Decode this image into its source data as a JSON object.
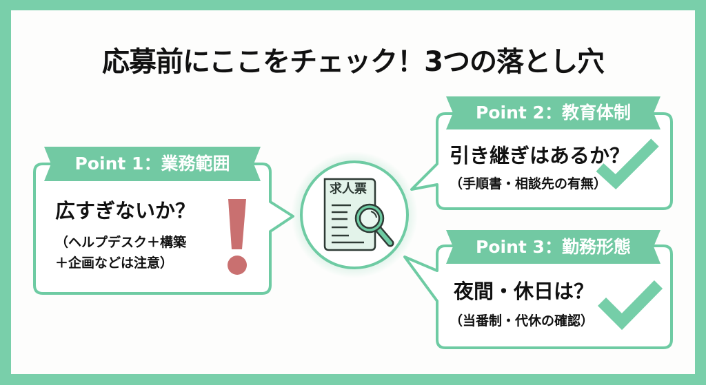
{
  "title": "応募前にここをチェック！3つの落とし穴",
  "colors": {
    "frame": "#79cfaa",
    "accent": "#6ecba3",
    "ribbon": "#72c9a3",
    "alert": "#c97070",
    "check": "#6ecba3",
    "text": "#111111"
  },
  "center": {
    "icon": "job-listing-magnifier-icon",
    "doc_label": "求人票"
  },
  "points": [
    {
      "ribbon": "Point 1：業務範囲",
      "headline": "広すぎないか？",
      "note_lines": [
        "（ヘルプデスク＋構築",
        "＋企画などは注意）"
      ],
      "mark": "exclamation-icon"
    },
    {
      "ribbon": "Point 2：教育体制",
      "headline": "引き継ぎはあるか？",
      "note_lines": [
        "（手順書・相談先の有無）"
      ],
      "mark": "checkmark-icon"
    },
    {
      "ribbon": "Point 3：勤務形態",
      "headline": "夜間・休日は？",
      "note_lines": [
        "（当番制・代休の確認）"
      ],
      "mark": "checkmark-icon"
    }
  ]
}
